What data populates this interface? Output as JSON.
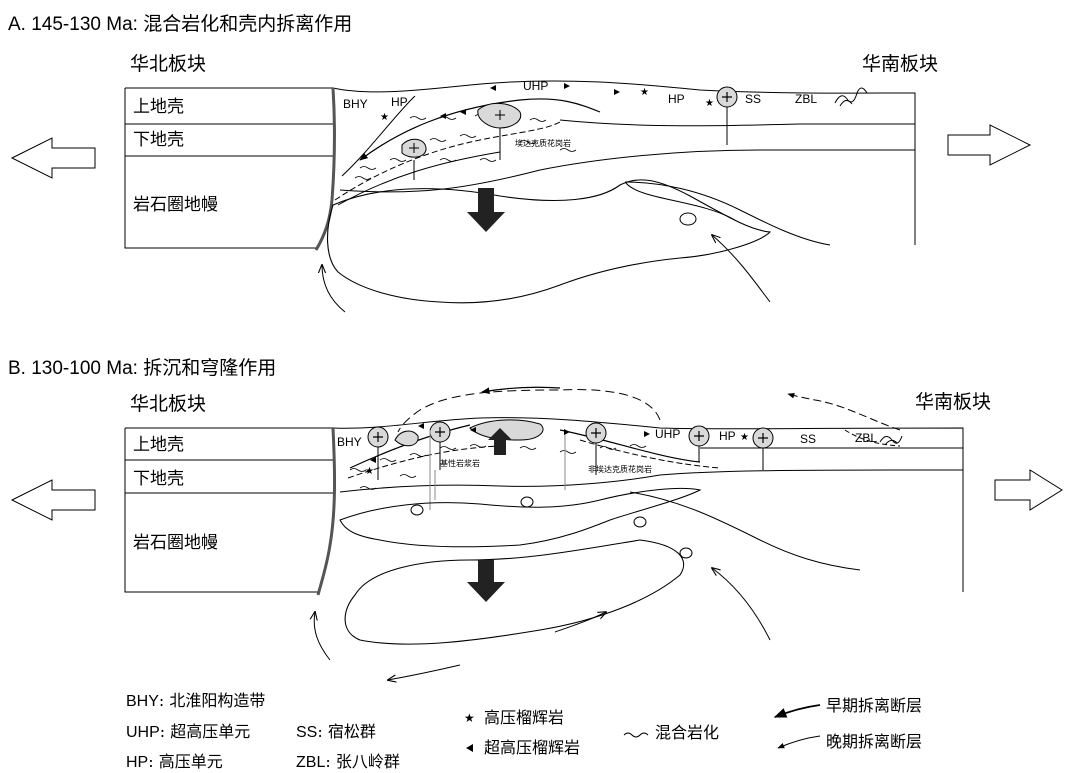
{
  "panel_a": {
    "title_prefix": "A. 145-130 Ma",
    "title_text": ": 混合岩化和壳内拆离作用",
    "north_block": "华北板块",
    "south_block": "华南板块",
    "layers": {
      "upper_crust": "上地壳",
      "lower_crust": "下地壳",
      "mantle": "岩石圈地幔"
    },
    "unit_labels": {
      "bhy": "BHY",
      "hp_left": "HP",
      "uhp": "UHP",
      "hp_right": "HP",
      "ss": "SS",
      "zbl": "ZBL"
    },
    "granite_label": "埃达克质花岗岩"
  },
  "panel_b": {
    "title_prefix": "B. 130-100 Ma",
    "title_text": ": 拆沉和穹隆作用",
    "north_block": "华北板块",
    "south_block": "华南板块",
    "layers": {
      "upper_crust": "上地壳",
      "lower_crust": "下地壳",
      "mantle": "岩石圈地幔"
    },
    "unit_labels": {
      "bhy": "BHY",
      "uhp": "UHP",
      "hp": "HP",
      "ss": "SS",
      "zbl": "ZBL"
    },
    "basic_magma_label": "基性岩浆岩",
    "non_adakite_label": "非埃达克质花岗岩"
  },
  "legend": {
    "bhy_abbr": "BHY",
    "bhy_text": ": 北淮阳构造带",
    "uhp_abbr": "UHP",
    "uhp_text": ": 超高压单元",
    "hp_abbr": "HP",
    "hp_text": ": 高压单元",
    "ss_abbr": "SS",
    "ss_text": ": 宿松群",
    "zbl_abbr": "ZBL",
    "zbl_text": ": 张八岭群",
    "hp_eclogite": "高压榴辉岩",
    "uhp_eclogite": "超高压榴辉岩",
    "migmatization": "混合岩化",
    "early_detachment": "早期拆离断层",
    "late_detachment": "晚期拆离断层"
  }
}
